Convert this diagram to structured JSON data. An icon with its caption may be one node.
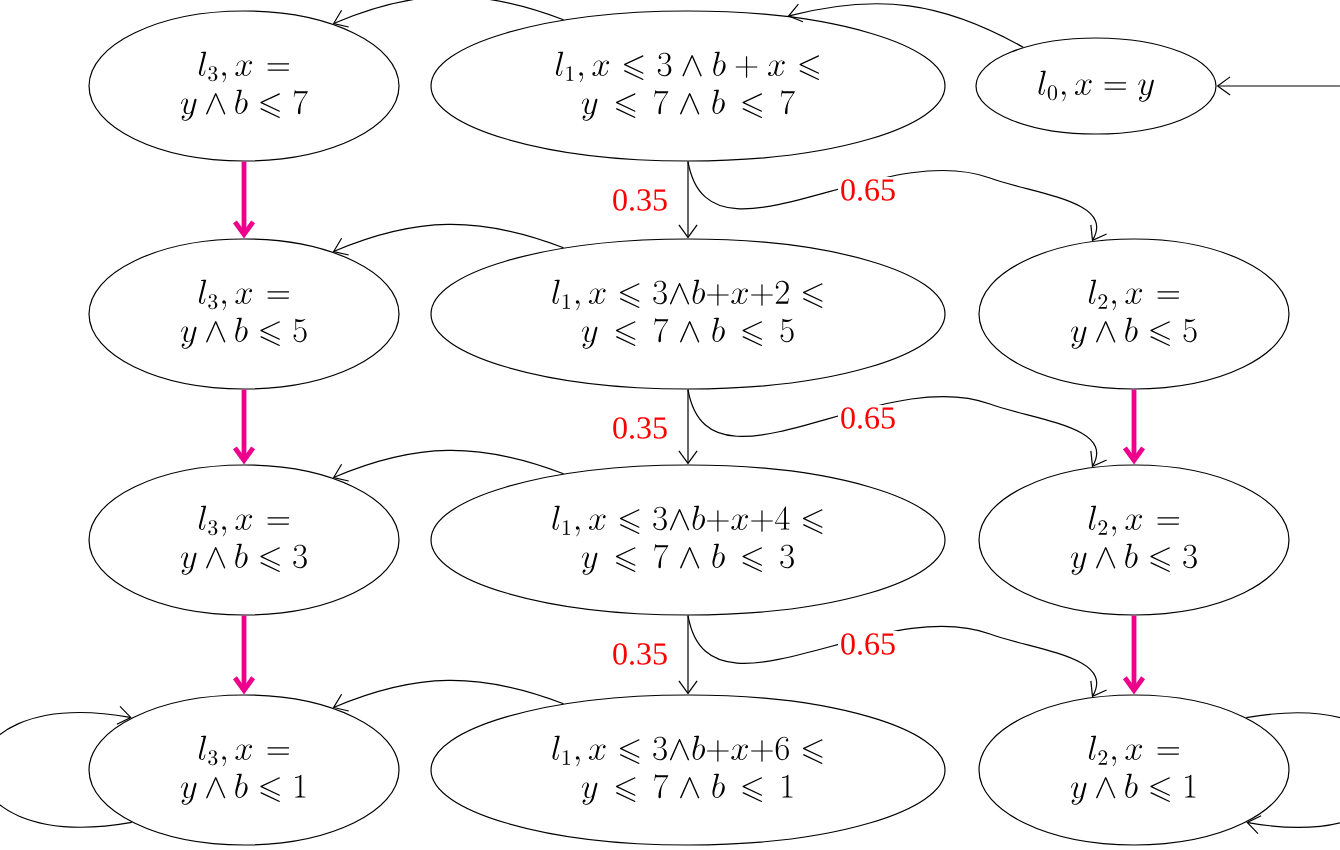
{
  "diagram": {
    "nodes": [
      {
        "text": [
          "l_0, x = y"
        ]
      },
      {
        "text": [
          "l_1, x \\leqslant 3 \\wedge b + x \\leqslant y \\leqslant 7 \\wedge b \\leqslant 7"
        ]
      },
      {
        "text": [
          "l_3, x = y \\wedge b \\leqslant 7"
        ]
      },
      {
        "text": [
          "l_1, x \\leqslant 3 {\\wedge} b{+}x{+}2 \\leqslant y \\leqslant 7 \\wedge b \\leqslant 5"
        ]
      },
      {
        "text": [
          "l_3, x = y \\wedge b \\leqslant 5"
        ]
      },
      {
        "text": [
          "l_2, x = y \\wedge b \\leqslant 5"
        ]
      },
      {
        "text": [
          "l_1, x \\leqslant 3 {\\wedge} b{+}x{+}4 \\leqslant y \\leqslant 7 \\wedge b \\leqslant 3"
        ]
      },
      {
        "text": [
          "l_3, x = y \\wedge b \\leqslant 3"
        ]
      },
      {
        "text": [
          "l_2, x = y \\wedge b \\leqslant 3"
        ]
      },
      {
        "text": [
          "l_1, x \\leqslant 3 {\\wedge} b{+}x{+}6 \\leqslant y \\leqslant 7 \\wedge b \\leqslant 1"
        ]
      },
      {
        "text": [
          "l_3, x = y \\wedge b \\leqslant 1"
        ]
      },
      {
        "text": [
          "l_2, x = y \\wedge b \\leqslant 1"
        ]
      }
    ],
    "edges": [
      {
        "from": null,
        "to": 0,
        "arrow": "to"
      },
      {
        "from": 0,
        "to": 1,
        "arrow": "to"
      },
      {
        "from": 1,
        "to": 2,
        "arrow": "to"
      },
      {
        "from": 1,
        "to": 3,
        "arrow": "to",
        "label": "0.35"
      },
      {
        "from": 1,
        "to": 5,
        "arrow": "to",
        "label": "0.65"
      },
      {
        "from": 2,
        "to": 4,
        "arrow": "to",
        "style": "thick",
        "color": "#ec008c"
      },
      {
        "from": 3,
        "to": 4,
        "arrow": "to"
      },
      {
        "from": 3,
        "to": 6,
        "arrow": "to",
        "label": "0.35"
      },
      {
        "from": 3,
        "to": 8,
        "arrow": "to",
        "label": "0.65"
      },
      {
        "from": 4,
        "to": 7,
        "arrow": "to",
        "style": "thick",
        "color": "#ec008c"
      },
      {
        "from": 5,
        "to": 8,
        "arrow": "to",
        "style": "thick",
        "color": "#ec008c"
      },
      {
        "from": 6,
        "to": 7,
        "arrow": "to"
      },
      {
        "from": 6,
        "to": 9,
        "arrow": "to",
        "label": "0.35"
      },
      {
        "from": 6,
        "to": 11,
        "arrow": "to",
        "label": "0.65"
      },
      {
        "from": 7,
        "to": 10,
        "arrow": "to",
        "style": "thick",
        "color": "#ec008c"
      },
      {
        "from": 8,
        "to": 11,
        "arrow": "to",
        "style": "thick",
        "color": "#ec008c"
      },
      {
        "from": 9,
        "to": 10,
        "arrow": "to"
      },
      {
        "from": 10,
        "to": 10,
        "arrow": "to"
      },
      {
        "from": 11,
        "to": 11,
        "arrow": "to"
      }
    ]
  }
}
